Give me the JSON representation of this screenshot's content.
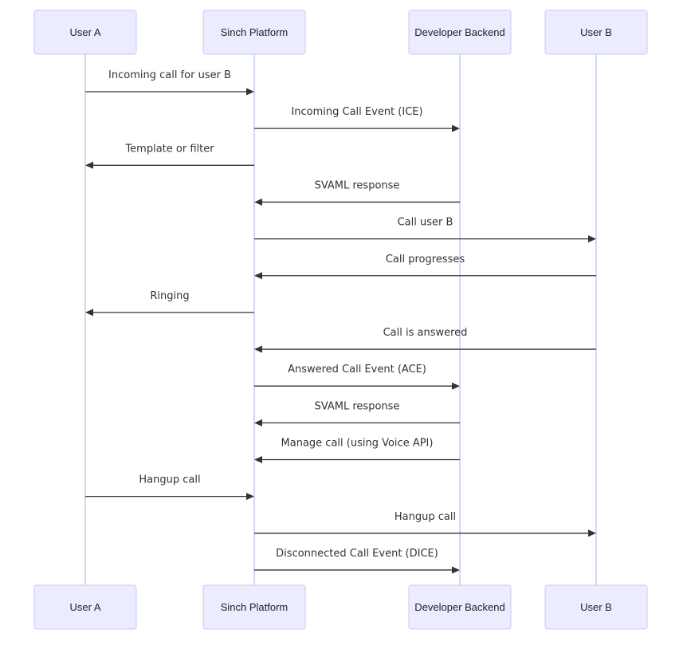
{
  "diagram": {
    "participants": [
      {
        "id": "userA",
        "label": "User A"
      },
      {
        "id": "sinch",
        "label": "Sinch Platform"
      },
      {
        "id": "backend",
        "label": "Developer Backend"
      },
      {
        "id": "userB",
        "label": "User B"
      }
    ],
    "messages": [
      {
        "from": "userA",
        "to": "sinch",
        "label": "Incoming call for user B"
      },
      {
        "from": "sinch",
        "to": "backend",
        "label": "Incoming Call Event (ICE)"
      },
      {
        "from": "sinch",
        "to": "userA",
        "label": "Template or filter"
      },
      {
        "from": "backend",
        "to": "sinch",
        "label": "SVAML response"
      },
      {
        "from": "sinch",
        "to": "userB",
        "label": "Call user B"
      },
      {
        "from": "userB",
        "to": "sinch",
        "label": "Call progresses"
      },
      {
        "from": "sinch",
        "to": "userA",
        "label": "Ringing"
      },
      {
        "from": "userB",
        "to": "sinch",
        "label": "Call is answered"
      },
      {
        "from": "sinch",
        "to": "backend",
        "label": "Answered Call Event (ACE)"
      },
      {
        "from": "backend",
        "to": "sinch",
        "label": "SVAML response"
      },
      {
        "from": "backend",
        "to": "sinch",
        "label": "Manage call (using Voice API)"
      },
      {
        "from": "userA",
        "to": "sinch",
        "label": "Hangup call"
      },
      {
        "from": "sinch",
        "to": "userB",
        "label": "Hangup call"
      },
      {
        "from": "sinch",
        "to": "backend",
        "label": "Disconnected Call Event (DICE)"
      }
    ]
  }
}
